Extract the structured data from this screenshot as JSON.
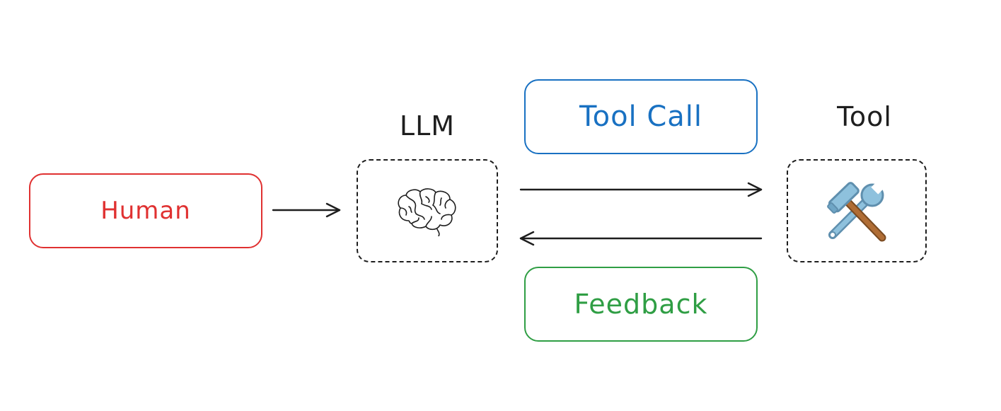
{
  "diagram": {
    "human_label": "Human",
    "llm_title": "LLM",
    "tool_title": "Tool",
    "tool_call_label": "Tool Call",
    "feedback_label": "Feedback",
    "colors": {
      "human": "#e03131",
      "tool_call": "#1971c2",
      "feedback": "#2f9e44",
      "ink": "#1e1e1e"
    },
    "icons": {
      "llm": "brain-icon",
      "tool": "hammer-and-wrench-icon"
    }
  }
}
